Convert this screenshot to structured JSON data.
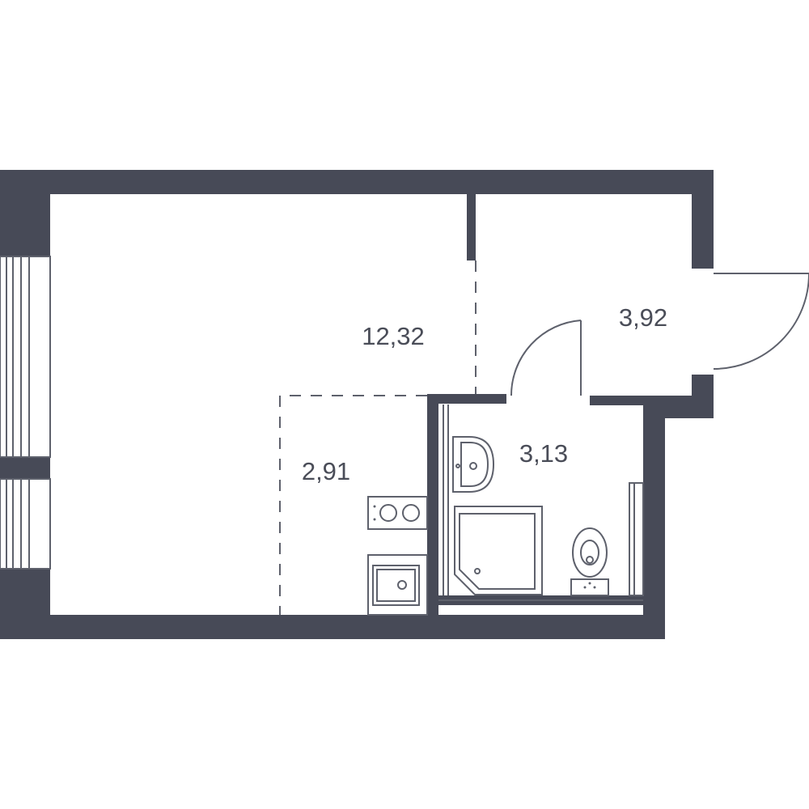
{
  "colors": {
    "wall": "#474a57",
    "line": "#5e616c",
    "background": "#ffffff"
  },
  "rooms": {
    "living": {
      "area_label": "12,32"
    },
    "kitchen": {
      "area_label": "2,91"
    },
    "bathroom": {
      "area_label": "3,13"
    },
    "hallway": {
      "area_label": "3,92"
    }
  },
  "fixtures": {
    "stove_icon": "stove-icon",
    "kitchen_sink_icon": "kitchen-sink-icon",
    "washbasin_icon": "washbasin-icon",
    "shower_icon": "shower-tray-icon",
    "toilet_icon": "toilet-icon"
  }
}
